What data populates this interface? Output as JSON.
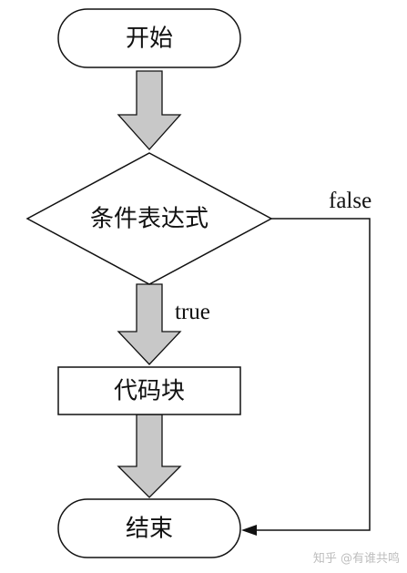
{
  "diagram": {
    "nodes": {
      "start": "开始",
      "condition": "条件表达式",
      "block": "代码块",
      "end": "结束"
    },
    "edges": {
      "true_label": "true",
      "false_label": "false"
    }
  },
  "colors": {
    "arrow_fill": "#c8c8c8",
    "stroke": "#111111",
    "background": "#ffffff"
  },
  "watermark": "知乎 @有谁共鸣"
}
